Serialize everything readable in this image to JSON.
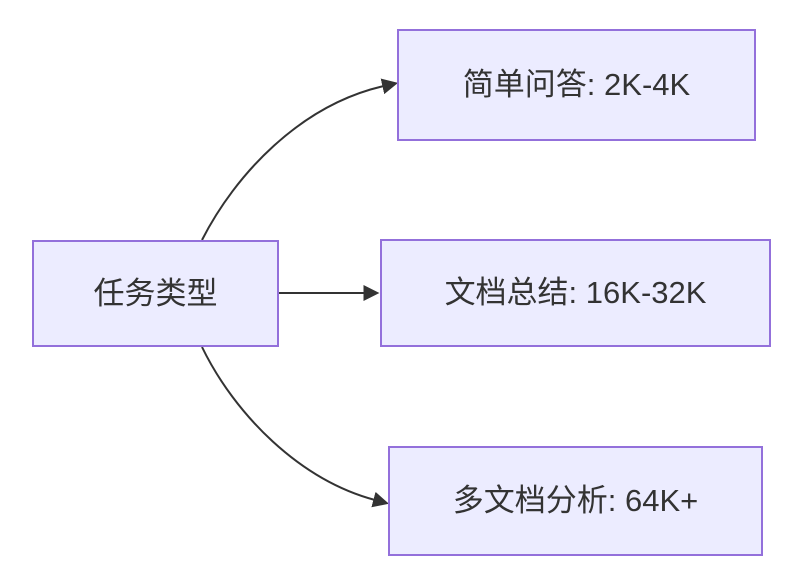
{
  "diagram": {
    "type": "flowchart",
    "direction": "LR",
    "root": {
      "id": "task-type",
      "label": "任务类型"
    },
    "branches": [
      {
        "id": "simple-qa",
        "label": "简单问答: 2K-4K"
      },
      {
        "id": "doc-summary",
        "label": "文档总结: 16K-32K"
      },
      {
        "id": "multi-doc",
        "label": "多文档分析: 64K+"
      }
    ],
    "edges": [
      {
        "from": "task-type",
        "to": "simple-qa"
      },
      {
        "from": "task-type",
        "to": "doc-summary"
      },
      {
        "from": "task-type",
        "to": "multi-doc"
      }
    ],
    "colors": {
      "background": "#FFFFFF",
      "node_fill": "#ECECFF",
      "node_border": "#9370DB",
      "edge": "#333333",
      "text": "#333333"
    }
  }
}
